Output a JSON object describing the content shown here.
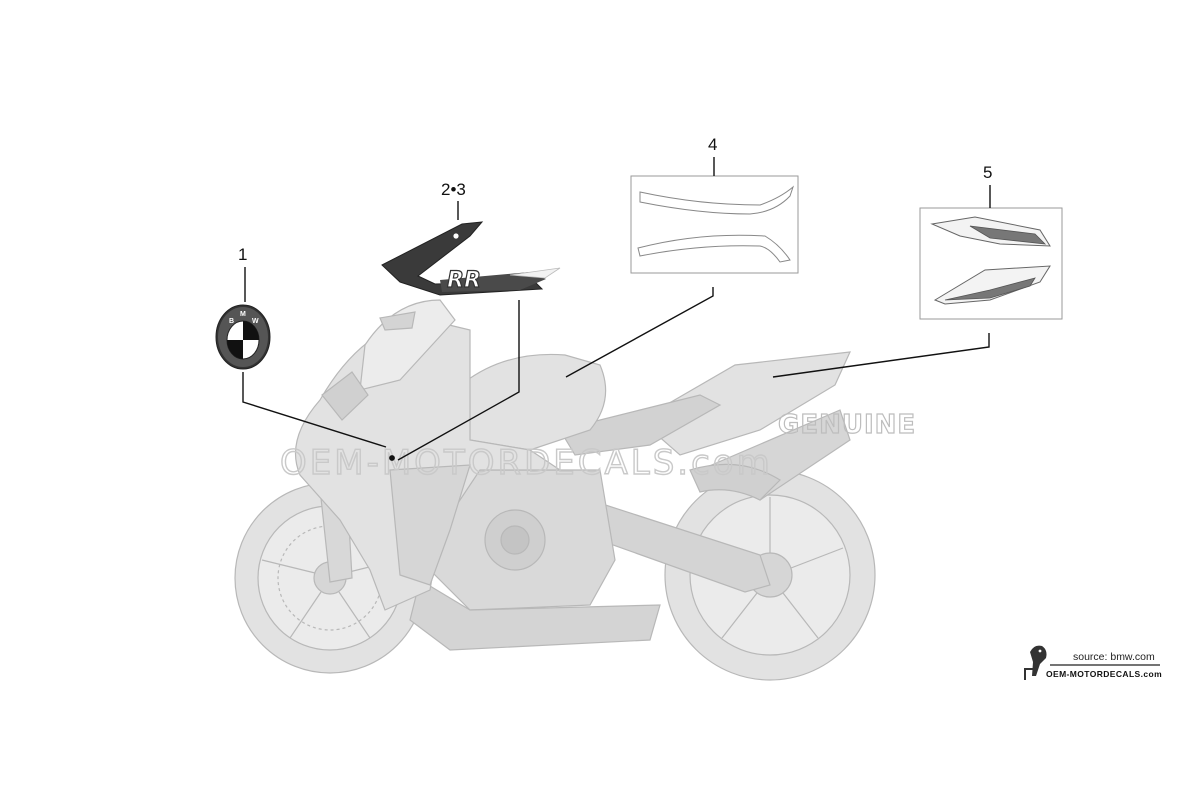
{
  "callouts": {
    "part1": "1",
    "part2_3": "2•3",
    "part4": "4",
    "part5": "5"
  },
  "emblem": {
    "letters": [
      "B",
      "M",
      "W"
    ]
  },
  "sticker": {
    "text": "RR"
  },
  "watermark": {
    "genuine": "GENUINE",
    "site": "OEM-MOTORDECALS.com"
  },
  "credit": {
    "source": "source: bmw.com",
    "site": "OEM-MOTORDECALS.com"
  },
  "colors": {
    "bike_fill": "#e2e2e2",
    "bike_stroke": "#b8b8b8",
    "line": "#111111",
    "box": "#9a9a9a"
  },
  "icons": [
    "bmw-roundel-icon",
    "parrot-logo-icon"
  ]
}
